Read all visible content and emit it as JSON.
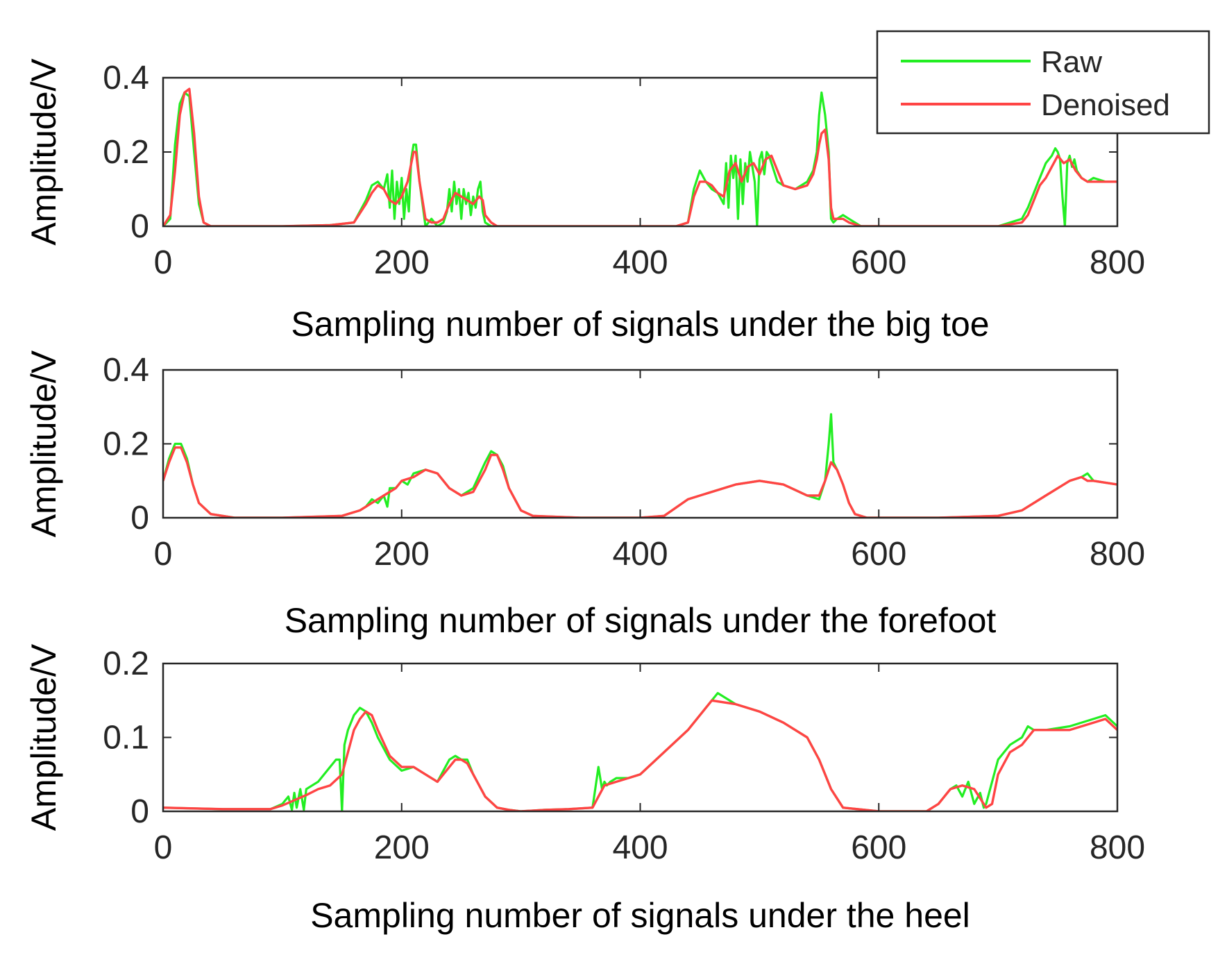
{
  "colors": {
    "raw": "#22ee22",
    "denoised": "#ff4444",
    "axis": "#262626",
    "legend_border": "#262626"
  },
  "legend": {
    "placement": "top-right",
    "raw_label": "Raw",
    "denoised_label": "Denoised"
  },
  "chart_data": [
    {
      "type": "line",
      "xlabel": "Sampling number of signals under the big toe",
      "ylabel": "Amplitude/V",
      "xlim": [
        0,
        800
      ],
      "ylim": [
        0,
        0.4
      ],
      "xticks": [
        0,
        200,
        400,
        600,
        800
      ],
      "xtick_labels": [
        "0",
        "200",
        "400",
        "600",
        "800"
      ],
      "yticks": [
        0,
        0.2,
        0.4
      ],
      "ytick_labels": [
        "0",
        "0.2",
        "0.4"
      ],
      "grid": false,
      "series": [
        {
          "name": "Raw",
          "color": "#22ee22",
          "x": [
            0,
            6,
            10,
            14,
            18,
            22,
            26,
            30,
            34,
            40,
            60,
            100,
            140,
            160,
            170,
            175,
            180,
            185,
            188,
            190,
            192,
            194,
            196,
            198,
            200,
            202,
            204,
            206,
            208,
            210,
            212,
            215,
            220,
            225,
            230,
            235,
            238,
            240,
            242,
            244,
            246,
            248,
            250,
            252,
            254,
            256,
            258,
            260,
            262,
            264,
            266,
            268,
            270,
            275,
            280,
            300,
            350,
            400,
            430,
            440,
            445,
            450,
            455,
            460,
            465,
            470,
            472,
            474,
            476,
            478,
            480,
            482,
            484,
            486,
            488,
            490,
            492,
            494,
            496,
            498,
            500,
            502,
            504,
            506,
            508,
            510,
            515,
            520,
            530,
            540,
            545,
            548,
            550,
            552,
            555,
            558,
            560,
            562,
            565,
            570,
            575,
            580,
            585,
            590,
            600,
            650,
            700,
            720,
            725,
            730,
            735,
            740,
            745,
            748,
            750,
            752,
            754,
            756,
            758,
            760,
            762,
            764,
            766,
            770,
            775,
            780,
            790,
            800
          ],
          "y": [
            0,
            0.02,
            0.22,
            0.33,
            0.36,
            0.35,
            0.2,
            0.06,
            0.01,
            0,
            0,
            0,
            0.003,
            0.01,
            0.07,
            0.11,
            0.12,
            0.1,
            0.14,
            0.05,
            0.15,
            0.02,
            0.12,
            0.06,
            0.13,
            0.02,
            0.1,
            0.04,
            0.18,
            0.22,
            0.22,
            0.12,
            0,
            0.02,
            0,
            0.01,
            0.04,
            0.1,
            0.04,
            0.12,
            0.06,
            0.1,
            0.02,
            0.1,
            0.06,
            0.09,
            0.03,
            0.08,
            0.05,
            0.1,
            0.12,
            0.04,
            0.01,
            0,
            0,
            0,
            0,
            0,
            0,
            0.01,
            0.1,
            0.15,
            0.12,
            0.1,
            0.09,
            0.06,
            0.17,
            0.05,
            0.19,
            0.13,
            0.19,
            0.02,
            0.18,
            0.06,
            0.17,
            0.12,
            0.2,
            0.16,
            0.12,
            0,
            0.18,
            0.2,
            0.14,
            0.2,
            0.19,
            0.17,
            0.12,
            0.11,
            0.1,
            0.12,
            0.15,
            0.2,
            0.3,
            0.36,
            0.3,
            0.2,
            0.02,
            0.01,
            0.02,
            0.03,
            0.02,
            0.01,
            0,
            0,
            0,
            0,
            0,
            0.02,
            0.05,
            0.09,
            0.13,
            0.17,
            0.19,
            0.21,
            0.2,
            0.18,
            0.08,
            0,
            0.17,
            0.19,
            0.16,
            0.18,
            0.15,
            0.13,
            0.12,
            0.13,
            0.12,
            0.12
          ]
        },
        {
          "name": "Denoised",
          "color": "#ff4444",
          "x": [
            0,
            6,
            10,
            14,
            18,
            22,
            26,
            30,
            34,
            40,
            60,
            100,
            140,
            160,
            170,
            175,
            180,
            185,
            190,
            195,
            200,
            205,
            210,
            212,
            215,
            220,
            225,
            230,
            235,
            240,
            245,
            250,
            255,
            260,
            265,
            268,
            270,
            275,
            280,
            300,
            350,
            400,
            430,
            440,
            445,
            450,
            455,
            460,
            465,
            470,
            475,
            480,
            485,
            490,
            495,
            500,
            505,
            510,
            515,
            520,
            530,
            540,
            545,
            548,
            550,
            552,
            555,
            558,
            560,
            562,
            565,
            570,
            575,
            580,
            585,
            590,
            600,
            650,
            700,
            720,
            725,
            730,
            735,
            740,
            745,
            750,
            755,
            760,
            765,
            770,
            775,
            780,
            790,
            800
          ],
          "y": [
            0,
            0.03,
            0.15,
            0.3,
            0.36,
            0.37,
            0.25,
            0.08,
            0.01,
            0,
            0,
            0,
            0.003,
            0.01,
            0.06,
            0.09,
            0.11,
            0.1,
            0.07,
            0.06,
            0.08,
            0.12,
            0.2,
            0.2,
            0.12,
            0.02,
            0.01,
            0.01,
            0.02,
            0.06,
            0.09,
            0.08,
            0.07,
            0.06,
            0.08,
            0.07,
            0.03,
            0.01,
            0,
            0,
            0,
            0,
            0,
            0.01,
            0.08,
            0.12,
            0.12,
            0.11,
            0.09,
            0.08,
            0.15,
            0.17,
            0.12,
            0.16,
            0.17,
            0.14,
            0.18,
            0.19,
            0.15,
            0.11,
            0.1,
            0.11,
            0.14,
            0.18,
            0.22,
            0.25,
            0.26,
            0.18,
            0.05,
            0.02,
            0.02,
            0.02,
            0.01,
            0.005,
            0,
            0,
            0,
            0,
            0,
            0.01,
            0.03,
            0.07,
            0.11,
            0.13,
            0.16,
            0.19,
            0.17,
            0.18,
            0.15,
            0.13,
            0.12,
            0.12,
            0.12,
            0.12
          ]
        }
      ]
    },
    {
      "type": "line",
      "xlabel": "Sampling number of signals under the forefoot",
      "ylabel": "Amplitude/V",
      "xlim": [
        0,
        800
      ],
      "ylim": [
        0,
        0.4
      ],
      "xticks": [
        0,
        200,
        400,
        600,
        800
      ],
      "xtick_labels": [
        "0",
        "200",
        "400",
        "600",
        "800"
      ],
      "yticks": [
        0,
        0.2,
        0.4
      ],
      "ytick_labels": [
        "0",
        "0.2",
        "0.4"
      ],
      "grid": false,
      "series": [
        {
          "name": "Raw",
          "color": "#22ee22",
          "x": [
            0,
            5,
            10,
            15,
            20,
            25,
            30,
            40,
            60,
            100,
            150,
            165,
            170,
            175,
            180,
            185,
            188,
            190,
            195,
            200,
            205,
            210,
            220,
            230,
            240,
            250,
            260,
            270,
            275,
            280,
            285,
            290,
            300,
            310,
            350,
            400,
            420,
            440,
            460,
            480,
            500,
            520,
            540,
            550,
            555,
            558,
            560,
            562,
            565,
            570,
            575,
            580,
            590,
            600,
            650,
            700,
            720,
            740,
            760,
            770,
            775,
            780,
            800
          ],
          "y": [
            0.1,
            0.16,
            0.2,
            0.2,
            0.16,
            0.09,
            0.04,
            0.01,
            0,
            0,
            0.005,
            0.02,
            0.03,
            0.05,
            0.04,
            0.06,
            0.03,
            0.08,
            0.08,
            0.1,
            0.09,
            0.12,
            0.13,
            0.12,
            0.08,
            0.06,
            0.08,
            0.15,
            0.18,
            0.17,
            0.14,
            0.08,
            0.02,
            0.005,
            0,
            0,
            0.005,
            0.05,
            0.07,
            0.09,
            0.1,
            0.09,
            0.06,
            0.05,
            0.1,
            0.2,
            0.28,
            0.15,
            0.13,
            0.09,
            0.04,
            0.01,
            0,
            0,
            0,
            0.005,
            0.02,
            0.06,
            0.1,
            0.11,
            0.12,
            0.1,
            0.09
          ]
        },
        {
          "name": "Denoised",
          "color": "#ff4444",
          "x": [
            0,
            5,
            10,
            15,
            20,
            25,
            30,
            40,
            60,
            100,
            150,
            165,
            175,
            185,
            195,
            200,
            210,
            220,
            230,
            240,
            250,
            260,
            270,
            275,
            280,
            285,
            290,
            300,
            310,
            350,
            400,
            420,
            440,
            460,
            480,
            500,
            520,
            540,
            550,
            555,
            560,
            565,
            570,
            575,
            580,
            590,
            600,
            650,
            700,
            720,
            740,
            760,
            770,
            775,
            780,
            800
          ],
          "y": [
            0.1,
            0.15,
            0.19,
            0.19,
            0.15,
            0.09,
            0.04,
            0.01,
            0,
            0,
            0.005,
            0.02,
            0.04,
            0.06,
            0.08,
            0.1,
            0.11,
            0.13,
            0.12,
            0.08,
            0.06,
            0.07,
            0.13,
            0.17,
            0.17,
            0.13,
            0.08,
            0.02,
            0.005,
            0,
            0,
            0.005,
            0.05,
            0.07,
            0.09,
            0.1,
            0.09,
            0.06,
            0.06,
            0.1,
            0.15,
            0.13,
            0.09,
            0.04,
            0.01,
            0,
            0,
            0,
            0.005,
            0.02,
            0.06,
            0.1,
            0.11,
            0.1,
            0.1,
            0.09
          ]
        }
      ]
    },
    {
      "type": "line",
      "xlabel": "Sampling number of signals under the heel",
      "ylabel": "Amplitude/V",
      "xlim": [
        0,
        800
      ],
      "ylim": [
        0,
        0.2
      ],
      "xticks": [
        0,
        200,
        400,
        600,
        800
      ],
      "xtick_labels": [
        "0",
        "200",
        "400",
        "600",
        "800"
      ],
      "yticks": [
        0,
        0.1,
        0.2
      ],
      "ytick_labels": [
        "0",
        "0.1",
        "0.2"
      ],
      "grid": false,
      "series": [
        {
          "name": "Raw",
          "color": "#22ee22",
          "x": [
            0,
            50,
            90,
            100,
            105,
            108,
            110,
            112,
            115,
            118,
            120,
            125,
            130,
            135,
            140,
            145,
            148,
            150,
            152,
            155,
            160,
            165,
            170,
            175,
            180,
            190,
            200,
            210,
            220,
            230,
            240,
            245,
            250,
            255,
            260,
            270,
            280,
            290,
            300,
            320,
            340,
            360,
            365,
            368,
            370,
            372,
            375,
            380,
            390,
            400,
            420,
            440,
            460,
            465,
            480,
            500,
            520,
            540,
            550,
            560,
            570,
            600,
            640,
            650,
            660,
            665,
            670,
            675,
            680,
            685,
            688,
            690,
            695,
            700,
            710,
            720,
            725,
            730,
            740,
            760,
            780,
            790,
            800
          ],
          "y": [
            0.005,
            0.003,
            0.003,
            0.01,
            0.02,
            0.002,
            0.025,
            0.005,
            0.03,
            0.002,
            0.03,
            0.035,
            0.04,
            0.05,
            0.06,
            0.07,
            0.07,
            0,
            0.09,
            0.11,
            0.13,
            0.14,
            0.135,
            0.12,
            0.1,
            0.07,
            0.055,
            0.06,
            0.05,
            0.04,
            0.07,
            0.075,
            0.07,
            0.07,
            0.05,
            0.02,
            0.005,
            0.002,
            0,
            0.002,
            0.003,
            0.005,
            0.06,
            0.03,
            0.04,
            0.035,
            0.04,
            0.045,
            0.045,
            0.05,
            0.08,
            0.11,
            0.15,
            0.16,
            0.145,
            0.135,
            0.12,
            0.1,
            0.07,
            0.03,
            0.005,
            0,
            0,
            0.01,
            0.03,
            0.035,
            0.02,
            0.04,
            0.01,
            0.025,
            0.005,
            0.01,
            0.04,
            0.07,
            0.09,
            0.1,
            0.115,
            0.11,
            0.11,
            0.115,
            0.125,
            0.13,
            0.115
          ]
        },
        {
          "name": "Denoised",
          "color": "#ff4444",
          "x": [
            0,
            50,
            90,
            100,
            110,
            120,
            130,
            140,
            150,
            155,
            160,
            165,
            170,
            175,
            180,
            190,
            200,
            210,
            220,
            230,
            240,
            245,
            250,
            255,
            260,
            270,
            280,
            290,
            300,
            320,
            340,
            360,
            365,
            370,
            380,
            390,
            400,
            420,
            440,
            460,
            480,
            500,
            520,
            540,
            550,
            560,
            570,
            600,
            640,
            650,
            660,
            670,
            680,
            690,
            695,
            700,
            710,
            720,
            730,
            740,
            760,
            780,
            790,
            800
          ],
          "y": [
            0.005,
            0.003,
            0.003,
            0.008,
            0.015,
            0.022,
            0.03,
            0.035,
            0.05,
            0.08,
            0.11,
            0.125,
            0.135,
            0.13,
            0.11,
            0.075,
            0.06,
            0.06,
            0.05,
            0.04,
            0.06,
            0.07,
            0.07,
            0.065,
            0.05,
            0.02,
            0.005,
            0.002,
            0,
            0.002,
            0.003,
            0.005,
            0.02,
            0.035,
            0.04,
            0.045,
            0.05,
            0.08,
            0.11,
            0.15,
            0.145,
            0.135,
            0.12,
            0.1,
            0.07,
            0.03,
            0.005,
            0,
            0,
            0.01,
            0.03,
            0.035,
            0.03,
            0.005,
            0.01,
            0.05,
            0.08,
            0.09,
            0.11,
            0.11,
            0.11,
            0.12,
            0.125,
            0.11
          ]
        }
      ]
    }
  ]
}
